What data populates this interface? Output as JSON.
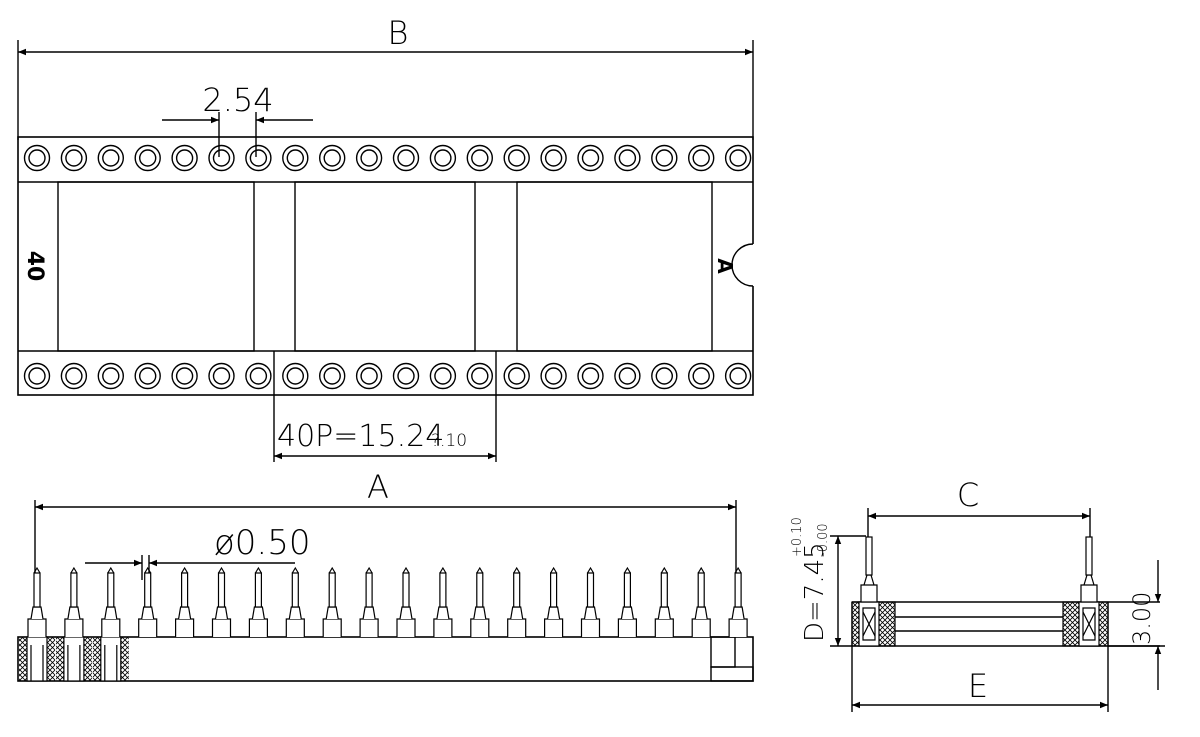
{
  "labels": {
    "dim_b": "B",
    "pitch": "2.54",
    "pin_count": "40",
    "pin1_marker": "A",
    "row_spacing": "40P=15.24",
    "row_tolerance": "?.10",
    "dim_a": "A",
    "pin_diameter": "ø0.50",
    "dim_c": "C",
    "dim_d": "D=7.45",
    "tol_plus": "+0.10",
    "tol_minus": "-0.00",
    "height": "3.00",
    "dim_e": "E"
  },
  "colors": {
    "line": "#000000",
    "hatch": "#000000",
    "paper": "#ffffff"
  },
  "pins_per_row": 20,
  "side_pins": 20,
  "hatched_side_pins": 3
}
